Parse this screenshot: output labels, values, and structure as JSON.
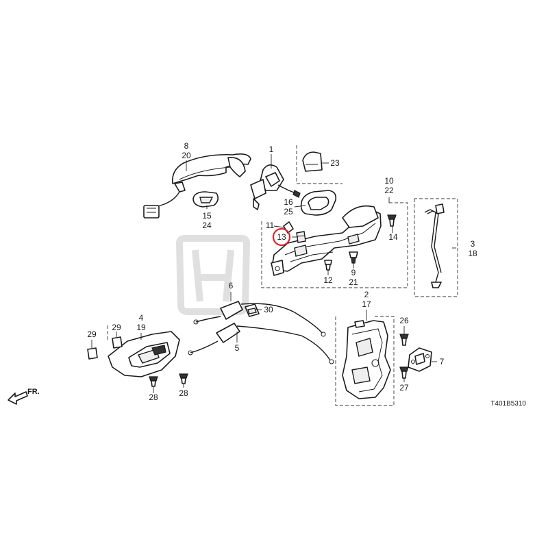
{
  "diagram": {
    "callouts": {
      "c1": "1",
      "c8": "8",
      "c20": "20",
      "c15": "15",
      "c24": "24",
      "c23": "23",
      "c16": "16",
      "c25": "25",
      "c10": "10",
      "c22": "22",
      "c11": "11",
      "c13": "13",
      "c14": "14",
      "c12": "12",
      "c9": "9",
      "c21": "21",
      "c3": "3",
      "c18": "18",
      "c6": "6",
      "c30": "30",
      "c2": "2",
      "c17": "17",
      "c26": "26",
      "c7": "7",
      "c27": "27",
      "c4": "4",
      "c19": "19",
      "c29a": "29",
      "c29b": "29",
      "c5": "5",
      "c28a": "28",
      "c28b": "28"
    },
    "highlighted_part": "13",
    "direction_label": "FR.",
    "diagram_code": "T401B5310",
    "watermark_colors": {
      "mark": "#d9d9d9"
    },
    "highlight_color": "#e0202a"
  }
}
